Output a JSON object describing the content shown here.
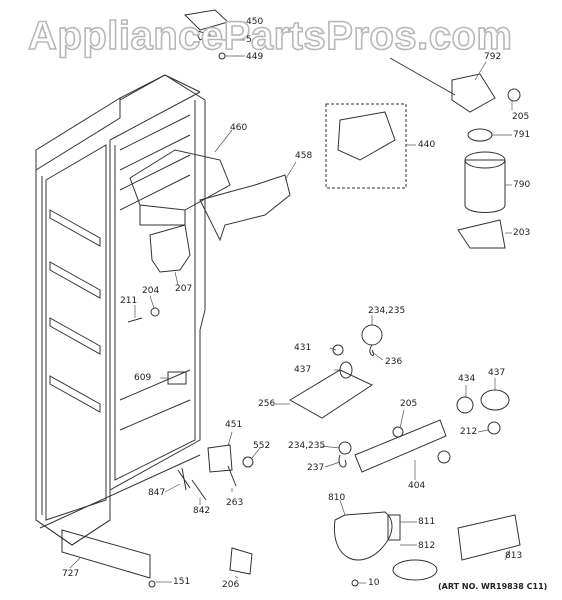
{
  "watermark": "AppliancePartsPros.com",
  "art_number": "(ART NO. WR19838 C11)",
  "callouts": {
    "c450": "450",
    "c5": "5",
    "c449": "449",
    "c792": "792",
    "c205a": "205",
    "c791": "791",
    "c440": "440",
    "c790": "790",
    "c203": "203",
    "c460": "460",
    "c458": "458",
    "c211": "211",
    "c204": "204",
    "c207": "207",
    "c234a": "234,235",
    "c431": "431",
    "c236": "236",
    "c437a": "437",
    "c609": "609",
    "c434": "434",
    "c437b": "437",
    "c256": "256",
    "c205b": "205",
    "c212": "212",
    "c451": "451",
    "c552": "552",
    "c234b": "234,235",
    "c237": "237",
    "c404": "404",
    "c847": "847",
    "c842": "842",
    "c263": "263",
    "c810": "810",
    "c811": "811",
    "c812": "812",
    "c813": "813",
    "c727": "727",
    "c151": "151",
    "c206": "206",
    "c10": "10"
  }
}
